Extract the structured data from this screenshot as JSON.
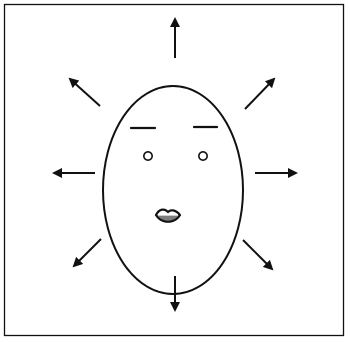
{
  "diagram": {
    "type": "line-drawing",
    "subject": "face-outline-with-radiating-arrows",
    "arrow_count": 8,
    "face_features": [
      "left-eyebrow",
      "right-eyebrow",
      "left-eye",
      "right-eye",
      "lips"
    ],
    "colors": {
      "ink": "#111111",
      "background": "#ffffff"
    }
  }
}
